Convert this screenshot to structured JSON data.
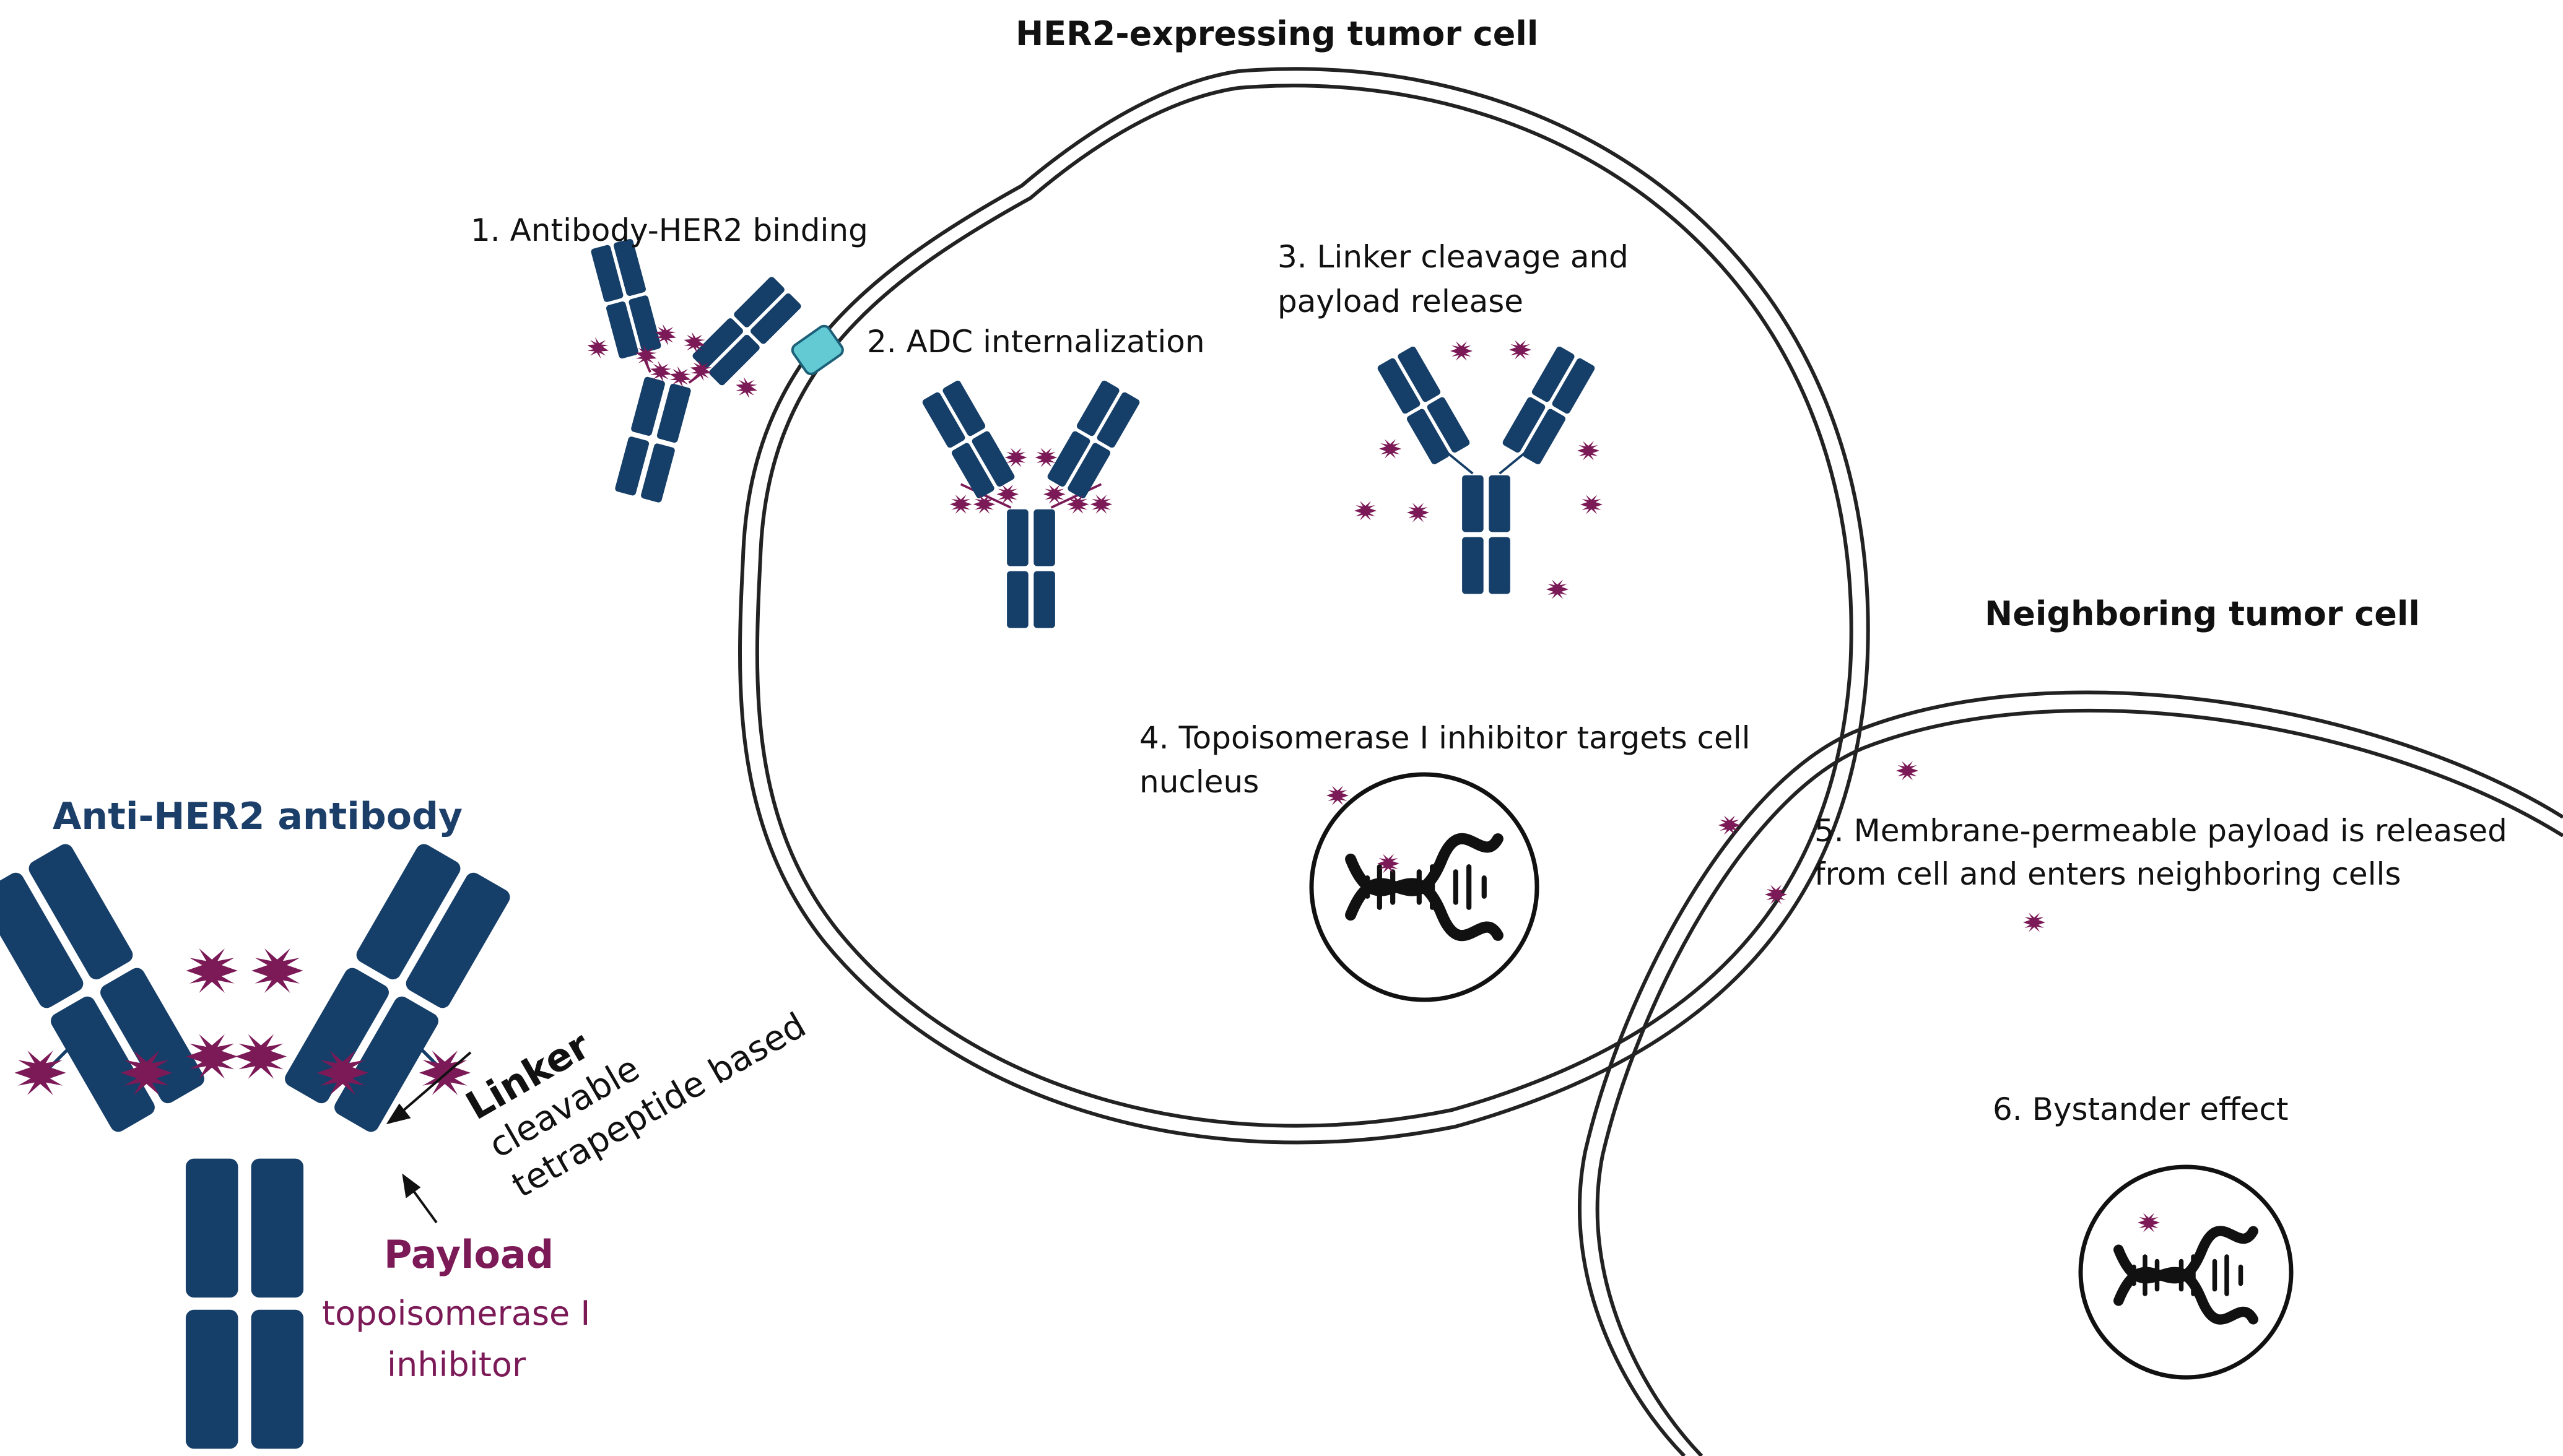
{
  "colors": {
    "antibody": "#153e68",
    "payload": "#7b1a57",
    "her2_receptor": "#63c9d3",
    "membrane": "#222222",
    "text": "#111111"
  },
  "labels": {
    "her2_cell_title": "HER2-expressing tumor cell",
    "neighbor_cell_title": "Neighboring tumor cell",
    "step1": "1. Antibody-HER2 binding",
    "step2": "2. ADC internalization",
    "step3_line1": "3. Linker cleavage and",
    "step3_line2": "payload release",
    "step4_line1": "4. Topoisomerase I inhibitor targets cell",
    "step4_line2": "nucleus",
    "step5_line1": "5. Membrane-permeable payload is released",
    "step5_line2": "from cell and enters neighboring cells",
    "step6": "6. Bystander effect"
  },
  "legend": {
    "title": "Anti-HER2 antibody",
    "linker_label": "Linker",
    "linker_line1": "cleavable",
    "linker_line2": "tetrapeptide based",
    "payload_label": "Payload",
    "payload_line1": "topoisomerase I",
    "payload_line2": "inhibitor"
  },
  "icons": [
    "antibody-icon",
    "payload-star-icon",
    "her2-receptor-icon",
    "dna-icon",
    "nucleus-icon"
  ]
}
